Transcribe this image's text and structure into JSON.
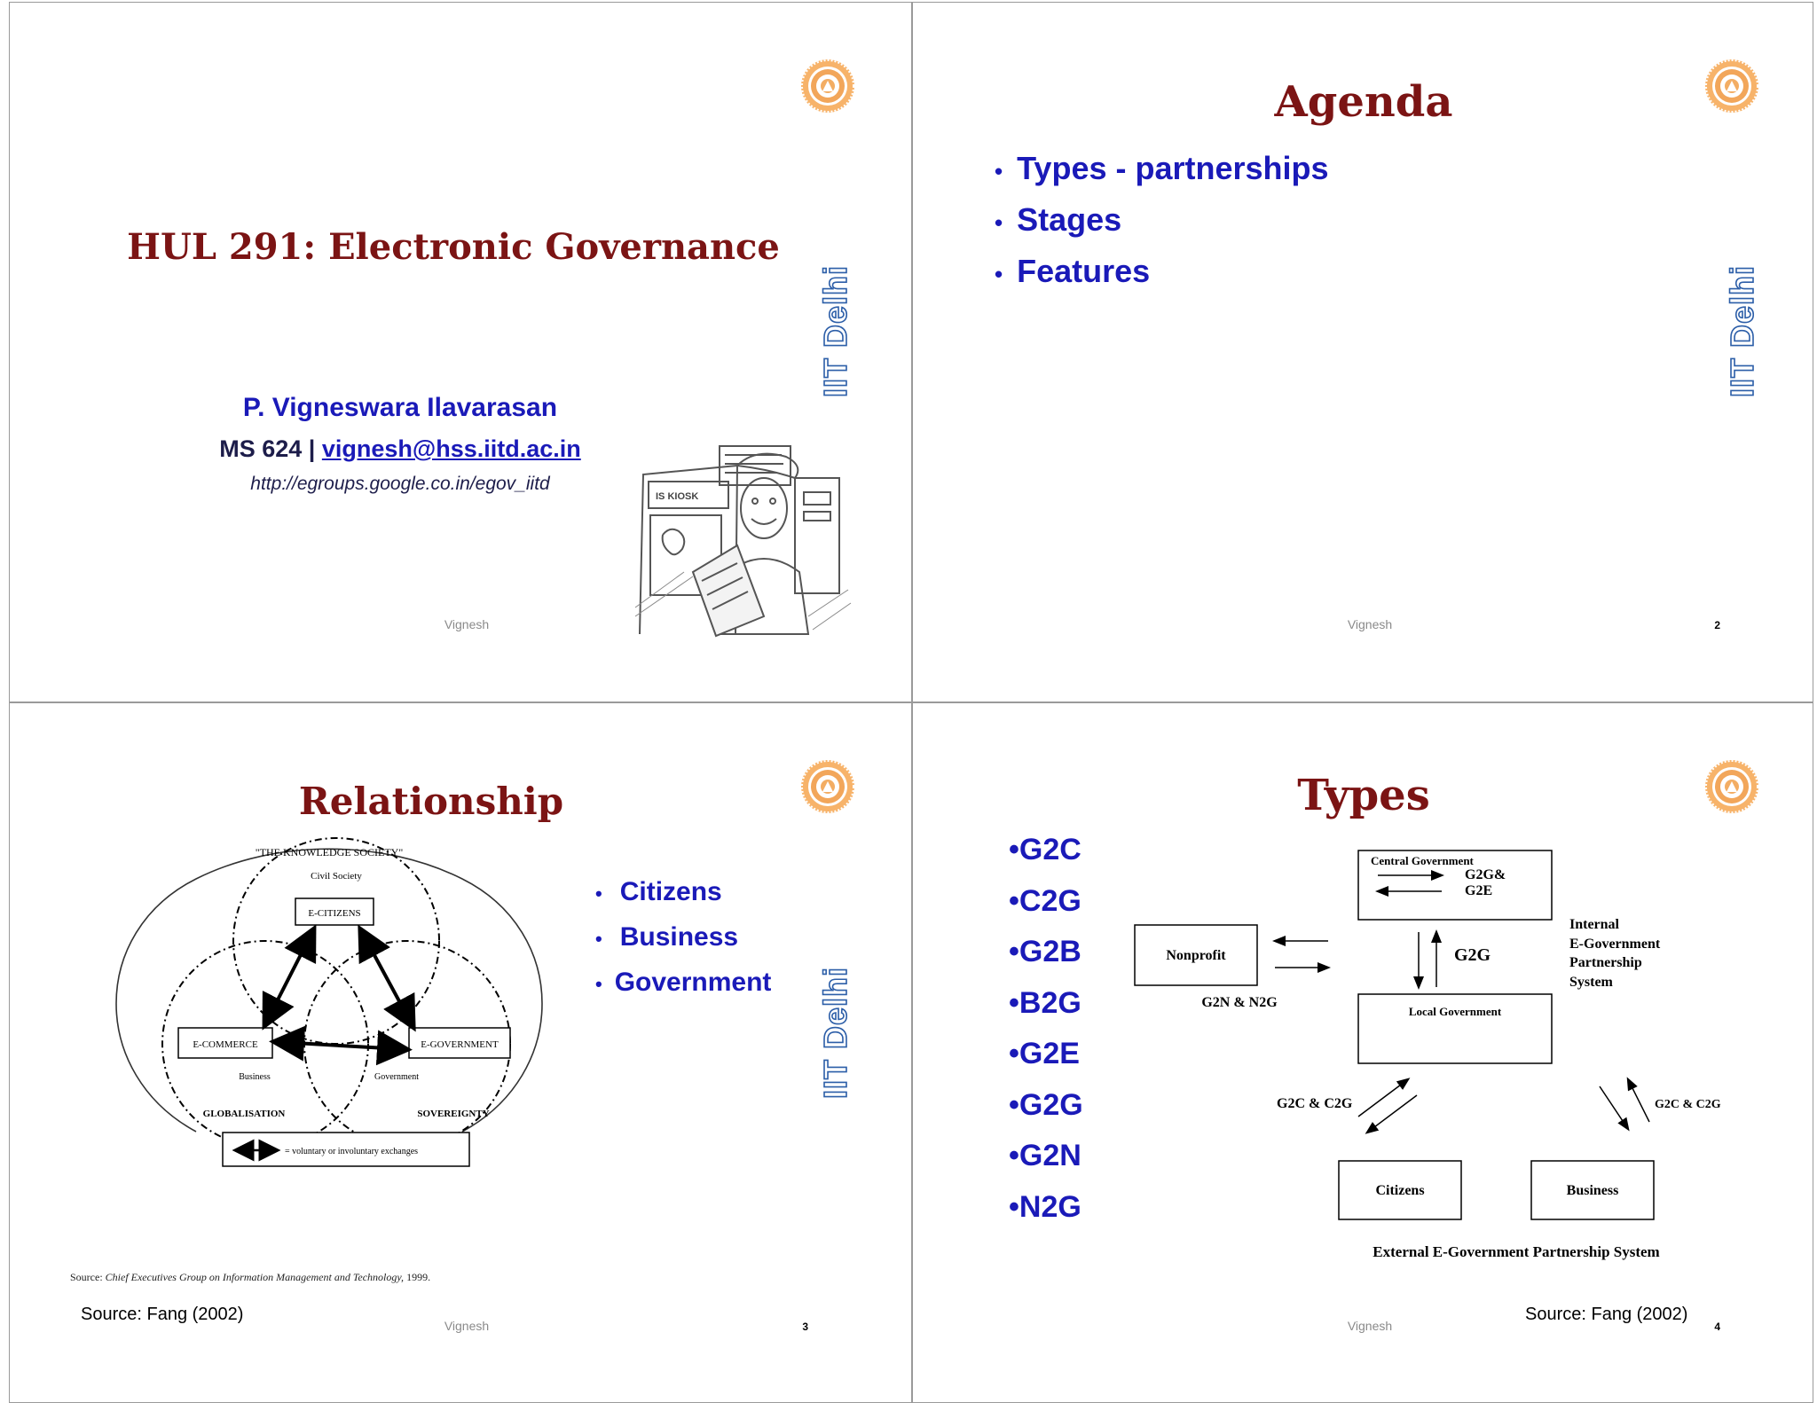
{
  "slide1": {
    "title": "HUL 291: Electronic Governance",
    "author": "P. Vigneswara Ilavarasan",
    "office": "MS 624 |",
    "email": "vignesh@hss.iitd.ac.in",
    "group_url": "http://egroups.google.co.in/egov_iitd",
    "footer": "Vignesh",
    "side_label": "IIT Delhi",
    "kiosk_sign": "IS KIOSK"
  },
  "slide2": {
    "title": "Agenda",
    "bullets": [
      "Types - partnerships",
      "Stages",
      "Features"
    ],
    "footer": "Vignesh",
    "page_number": "2",
    "side_label": "IIT Delhi"
  },
  "slide3": {
    "title": "Relationship",
    "bullets": [
      "Citizens",
      "Business",
      "Government"
    ],
    "diagram": {
      "outer_label": "\"THE KNOWLEDGE SOCIETY\"",
      "civil_society": "Civil Society",
      "e_citizens": "E-CITIZENS",
      "e_commerce": "E-COMMERCE",
      "e_government": "E-GOVERNMENT",
      "business": "Business",
      "government": "Government",
      "globalisation": "GLOBALISATION",
      "sovereignty": "SOVEREIGNTY",
      "legend": "= voluntary or involuntary exchanges",
      "source_prefix": "Source: ",
      "source_italic": "Chief Executives Group on Information Management and Technology,",
      "source_year": " 1999."
    },
    "source": "Source: Fang (2002)",
    "footer": "Vignesh",
    "page_number": "3",
    "side_label": "IIT Delhi"
  },
  "slide4": {
    "title": "Types",
    "bullets": [
      "•G2C",
      "•C2G",
      "•G2B",
      "•B2G",
      "•G2E",
      "•G2G",
      "•G2N",
      "•N2G"
    ],
    "diagram": {
      "central_government": "Central Government",
      "g2g_g2e_1": "G2G&",
      "g2g_g2e_2": "G2E",
      "nonprofit": "Nonprofit",
      "g2g": "G2G",
      "internal_1": "Internal",
      "internal_2": "E-Government",
      "internal_3": "Partnership",
      "internal_4": "System",
      "g2n_n2g": "G2N & N2G",
      "local_government": "Local Government",
      "g2c_c2g_left": "G2C & C2G",
      "g2c_c2g_right": "G2C & C2G",
      "citizens": "Citizens",
      "business": "Business",
      "external": "External E-Government Partnership System"
    },
    "source": "Source: Fang (2002)",
    "footer": "Vignesh",
    "page_number": "4"
  },
  "colors": {
    "title": "#7b1414",
    "bullet": "#1a1ab8",
    "logo": "#f0a050",
    "side_label_outline": "#2c5ea8"
  },
  "icons": [
    "iitd-logo-icon",
    "kiosk-illustration"
  ]
}
